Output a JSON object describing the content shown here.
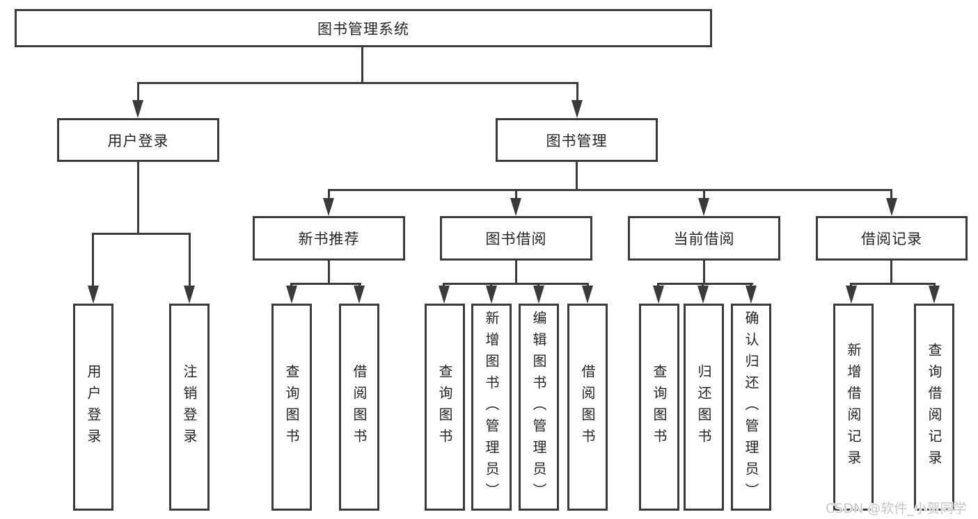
{
  "diagram": {
    "root": {
      "label": "图书管理系统"
    },
    "level2": [
      {
        "label": "用户登录"
      },
      {
        "label": "图书管理"
      }
    ],
    "level3": [
      {
        "label": "新书推荐"
      },
      {
        "label": "图书借阅"
      },
      {
        "label": "当前借阅"
      },
      {
        "label": "借阅记录"
      }
    ],
    "leaves": [
      {
        "label": "用户登录"
      },
      {
        "label": "注销登录"
      },
      {
        "label": "查询图书"
      },
      {
        "label": "借阅图书"
      },
      {
        "label": "查询图书"
      },
      {
        "label": "新增图书（管理员）"
      },
      {
        "label": "编辑图书（管理员）"
      },
      {
        "label": "借阅图书"
      },
      {
        "label": "查询图书"
      },
      {
        "label": "归还图书"
      },
      {
        "label": "确认归还（管理员）"
      },
      {
        "label": "新增借阅记录"
      },
      {
        "label": "查询借阅记录"
      }
    ]
  },
  "watermark": {
    "text": "CSDN @软件_小贺同学"
  },
  "colors": {
    "line": "#3a3a3a",
    "text": "#242424",
    "watermark_text": "#c6c6c6",
    "background": "#ffffff"
  }
}
